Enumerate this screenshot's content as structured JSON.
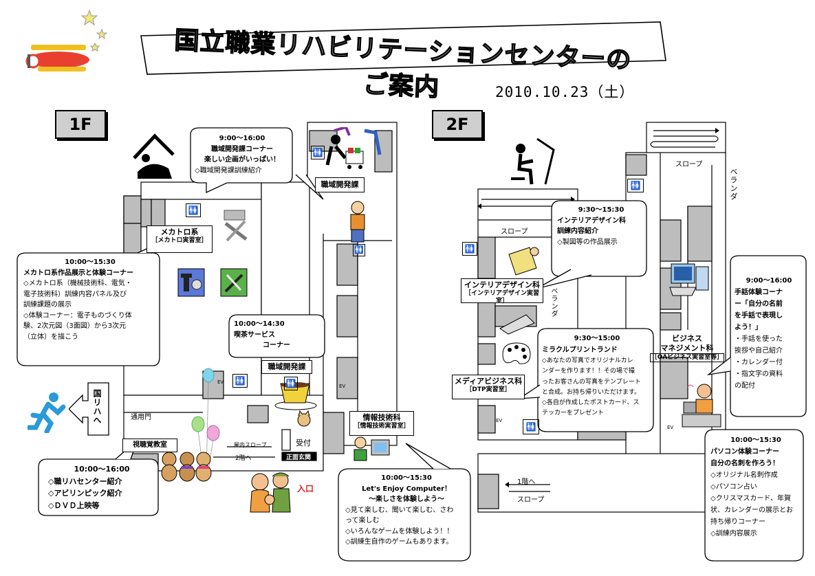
{
  "title": "国立職業リハビリテーションセンターのご案内",
  "date": "2010.10.23（土）",
  "floors": {
    "f1": "1F",
    "f2": "2F"
  },
  "f1": {
    "mecha_label": "メカトロ系",
    "mecha_room": "［メカトロ実習室］",
    "kaihatsu_label1": "職域開発課",
    "kaihatsu_label2": "職域開発課",
    "joho_label": "情報技術科",
    "joho_room": "［情報技術実習室］",
    "shichokaku": "視聴覚教室",
    "tsuyomon": "通用門",
    "uketsuke": "受付",
    "shomen": "正面玄関",
    "slope_in": "屋内スロープ",
    "to_2f": "2階へ",
    "iriguchi": "入口",
    "sign": "国リハへ",
    "ev": "EV",
    "bubbles": {
      "kaihatsu": {
        "time": "9:00〜16:00",
        "l1": "職域開発課コーナー",
        "l2": "楽しい企画がいっぱい！",
        "l3": "◇職域開発課訓練紹介"
      },
      "mecha": {
        "time": "10:00〜15:30",
        "l1": "メカトロ系作品展示と体験コーナー",
        "l2": "◇メカトロ系（機械技術科、電気・",
        "l3": "電子技術科）訓練内容パネル及び",
        "l4": "訓練課題の展示",
        "l5": "◇体験コーナー：電子ものづくり体",
        "l6": "験、2次元図（3面図）から3次元",
        "l7": "（立体）を描こう"
      },
      "kissa": {
        "time": "10:00〜14:30",
        "l1": "喫茶サービス",
        "l2": "コーナー"
      },
      "shicho": {
        "time": "10:00〜16:00",
        "l1": "◇職リハセンター紹介",
        "l2": "◇アビリンピック紹介",
        "l3": "◇ＤＶＤ上映等"
      },
      "joho": {
        "time": "10:00〜15:30",
        "l1": "Let's Enjoy Computer！",
        "l2": "〜楽しさを体験しよう〜",
        "l3": "◇見て楽しむ、聞いて楽しむ、さわ",
        "l4": "って楽しむ",
        "l5": "◇いろんなゲームを体験しよう！！",
        "l6": "◇訓練生自作のゲームもあります。"
      }
    }
  },
  "f2": {
    "slope1": "スロープ",
    "slope2": "スロープ",
    "slope3": "スロープ",
    "to_1f": "1階へ",
    "veranda1": "ベランダ",
    "veranda2": "ベランダ",
    "interior_label": "インテリアデザイン科",
    "interior_room": "［インテリアデザイン実習室］",
    "media_label": "メディアビジネス科",
    "media_room": "［DTP実習室］",
    "business_label1": "ビジネス",
    "business_label2": "マネジメント科",
    "business_room": "［OAビジネス実習室等］",
    "ev": "EV",
    "bubbles": {
      "interior": {
        "time": "9:30〜15:30",
        "l1": "インテリアデザイン科",
        "l2": "訓練内容紹介",
        "l3": "◇製図等の作品展示"
      },
      "miracle": {
        "time": "9:30〜15:00",
        "l1": "ミラクルプリントランド",
        "l2": "◇あなたの写真でオリジナルカレ",
        "l3": "ンダーを作ります！！その場で撮",
        "l4": "ったお客さんの写真をテンプレート",
        "l5": "と合成。お持ち帰りいただけます。",
        "l6": "◇各自が作成したポストカード、ス",
        "l7": "テッカーをプレゼント"
      },
      "shuwa": {
        "time": "9:00〜16:00",
        "l1": "手話体験コーナ",
        "l2": "ー「自分の名前",
        "l3": "を手話で表現し",
        "l4": "よう！」",
        "l5": "・手話を使った",
        "l6": "挨拶や自己紹介",
        "l7": "・カレンダー付",
        "l8": "・指文字の資料",
        "l9": "の配付"
      },
      "pc": {
        "time": "10:00〜15:30",
        "l1": "パソコン体験コーナー",
        "l2": "自分の名刺を作ろう！",
        "l3": "◇オリジナル名刺作成",
        "l4": "◇パソコン占い",
        "l5": "◇クリスマスカード、年賀",
        "l6": "状、カレンダーの展示とお",
        "l7": "持ち帰りコーナー",
        "l8": "◇訓練内容展示"
      }
    }
  },
  "icons": [
    "airplane-icon",
    "star-icon",
    "worker-icon",
    "drafting-icon",
    "tools-icon",
    "restroom-icon",
    "coffee-icon",
    "computer-icon",
    "palette-icon",
    "balloon-icon",
    "teddy-bear-icon",
    "family-icon",
    "running-person-icon",
    "person-icon",
    "cat-icon",
    "shopping-cart-icon"
  ],
  "colors": {
    "balloon_blue": "#7fd4f0",
    "balloon_green": "#a8e08a",
    "balloon_pink": "#f0a8d8",
    "running_blue": "#2a9ad8",
    "iriguchi_red": "#e02020",
    "floor_gray": "#cfcfcf"
  }
}
